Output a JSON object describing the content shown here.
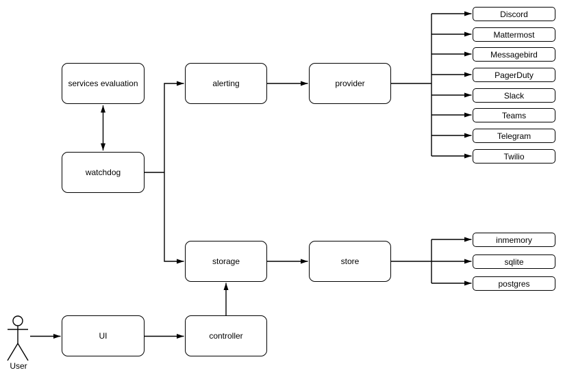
{
  "nodes": {
    "services_evaluation": "services evaluation",
    "watchdog": "watchdog",
    "alerting": "alerting",
    "provider": "provider",
    "storage": "storage",
    "store": "store",
    "ui": "UI",
    "controller": "controller"
  },
  "provider_targets": [
    "Discord",
    "Mattermost",
    "Messagebird",
    "PagerDuty",
    "Slack",
    "Teams",
    "Telegram",
    "Twilio"
  ],
  "store_targets": [
    "inmemory",
    "sqlite",
    "postgres"
  ],
  "actor": {
    "label": "User"
  },
  "colors": {
    "stroke": "#000000",
    "node_fill": "#ffffff",
    "text": "#000000",
    "background": "#ffffff"
  }
}
